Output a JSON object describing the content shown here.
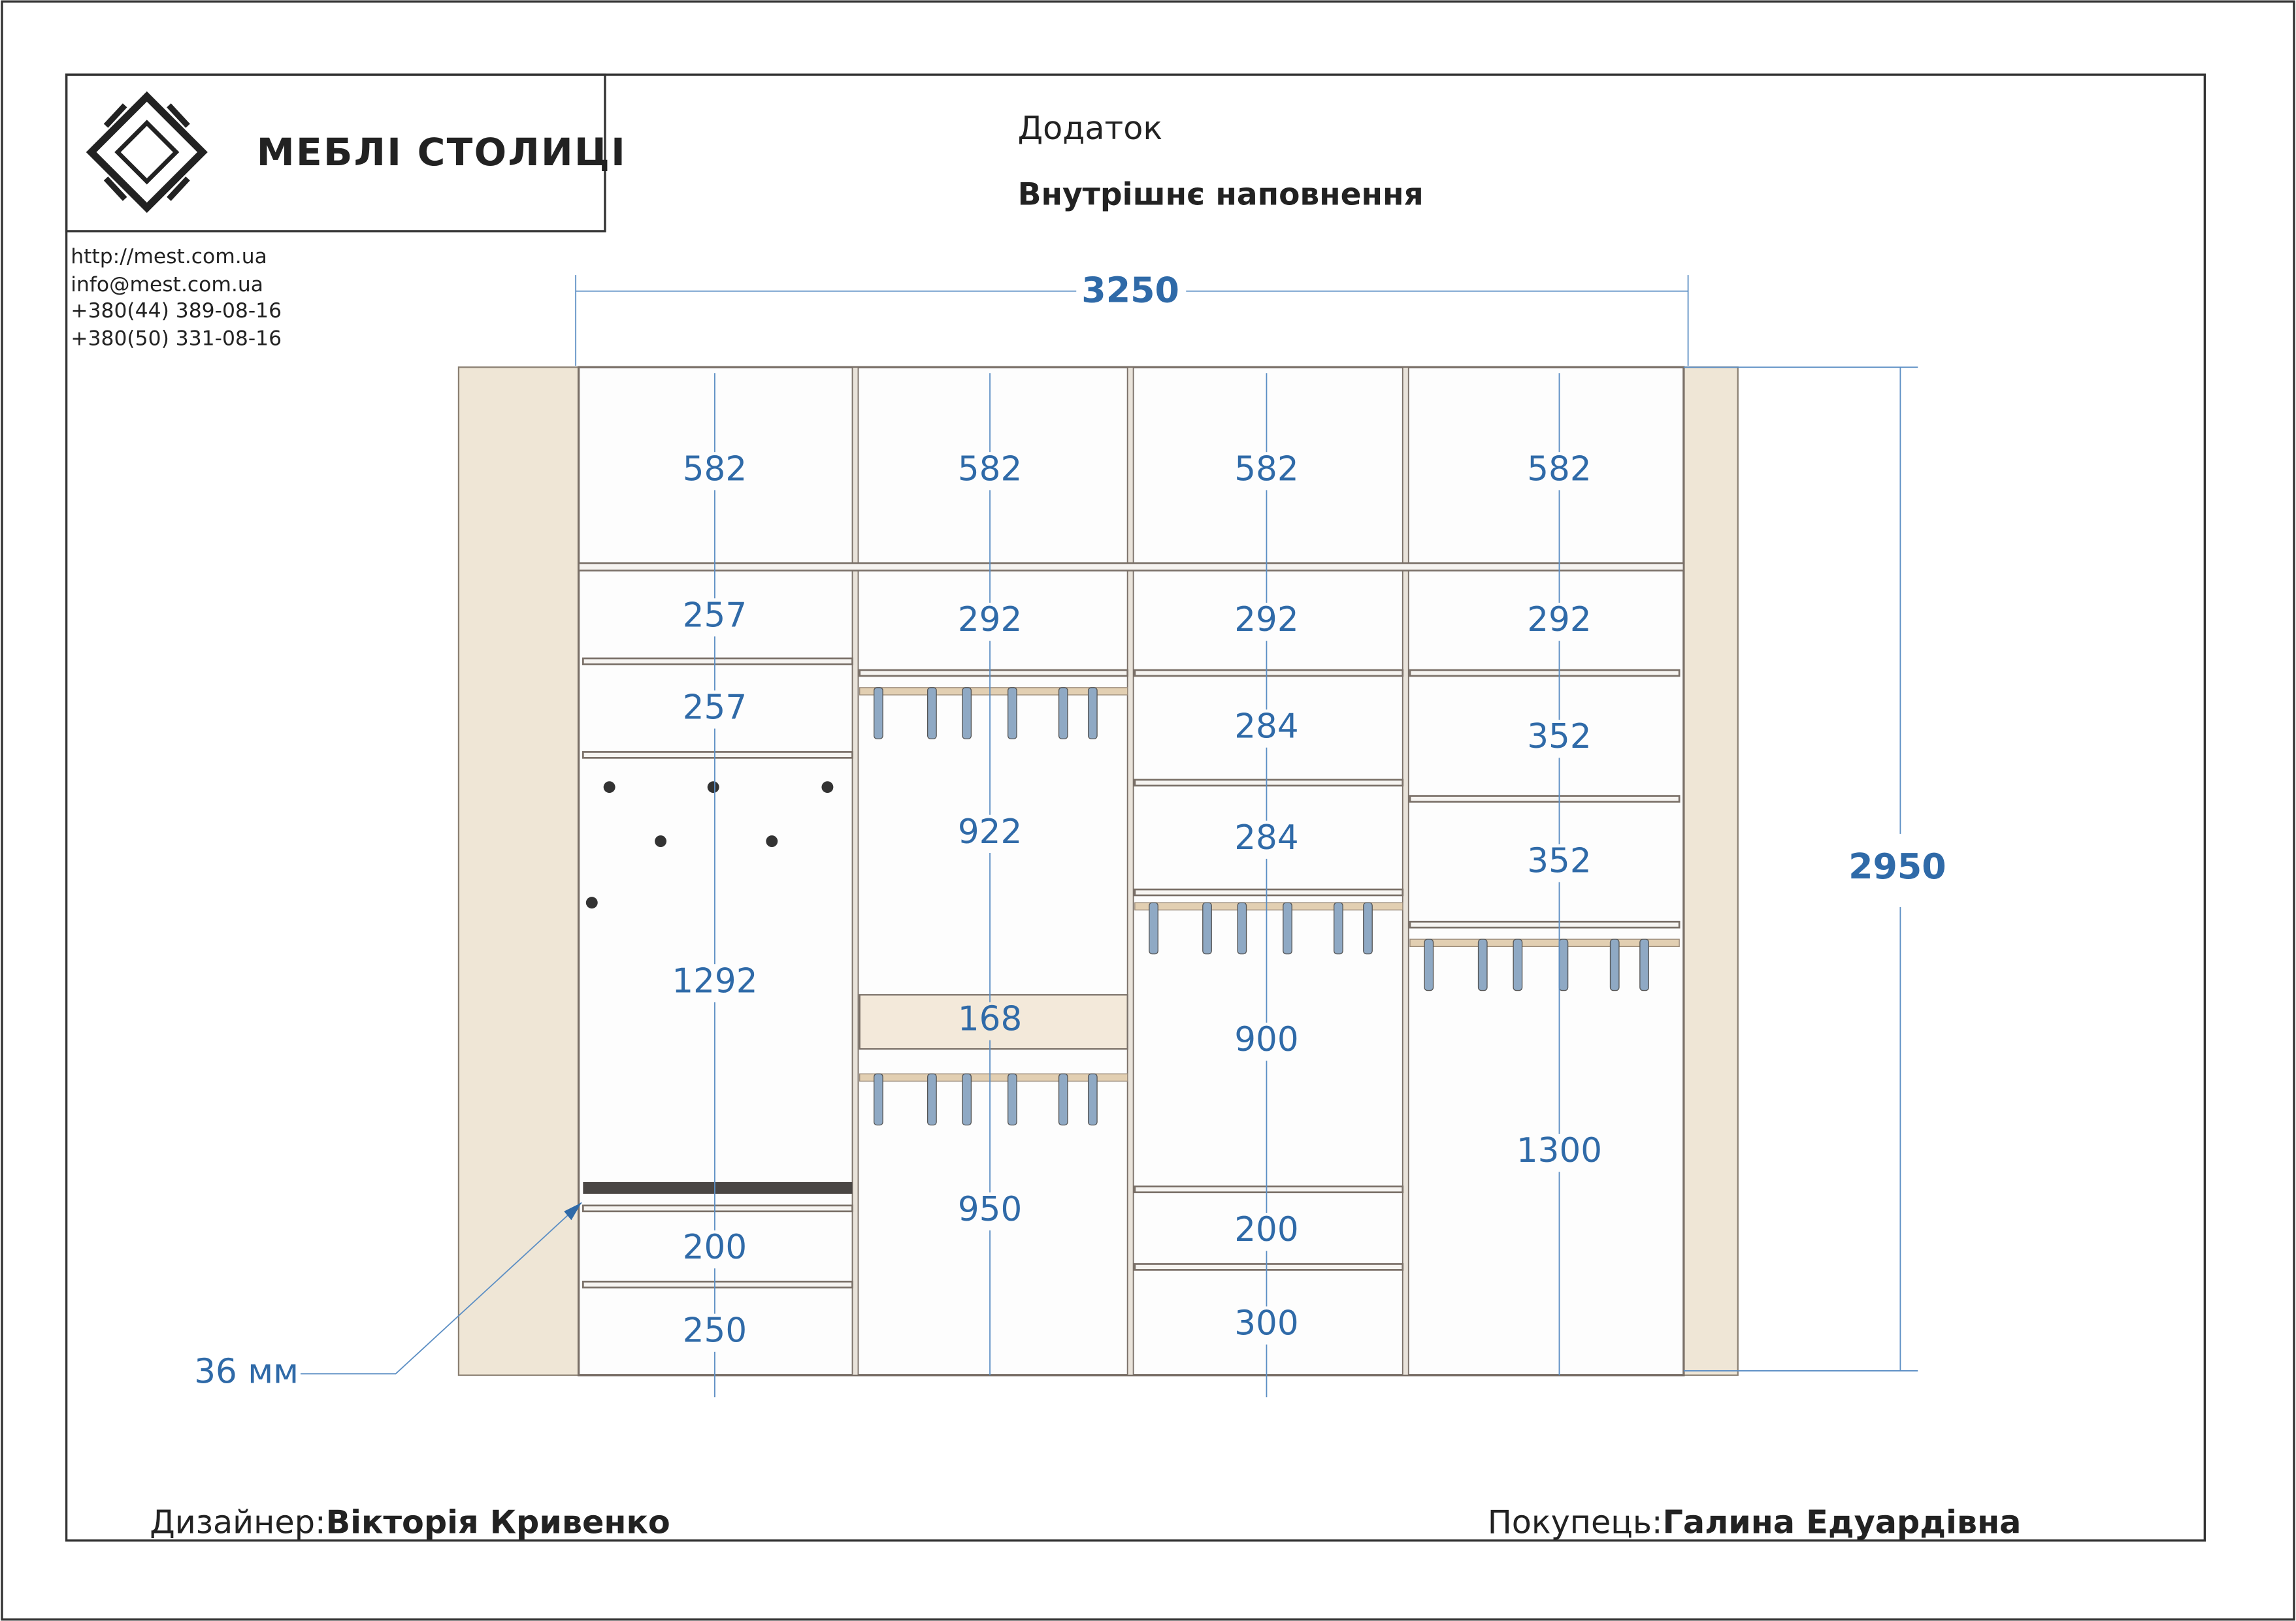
{
  "header": {
    "logo_text": "МЕБЛІ СТОЛИЦІ",
    "appendix": "Додаток",
    "title": "Внутрішнє наповнення",
    "contacts": [
      "http://mest.com.ua",
      "info@mest.com.ua",
      "+380(44)   389-08-16",
      "+380(50)   331-08-16"
    ]
  },
  "dimensions": {
    "total_width": "3250",
    "total_height": "2950",
    "shelf_thickness_note": "36 мм"
  },
  "columns": [
    {
      "labels": [
        "582",
        "257",
        "257",
        "1292",
        "200",
        "250"
      ]
    },
    {
      "labels": [
        "582",
        "292",
        "922",
        "168",
        "950"
      ]
    },
    {
      "labels": [
        "582",
        "292",
        "284",
        "284",
        "900",
        "200",
        "300"
      ]
    },
    {
      "labels": [
        "582",
        "292",
        "352",
        "352",
        "1300"
      ]
    }
  ],
  "footer": {
    "designer_label": "Дизайнер:",
    "designer_name": "Вікторія Кривенко",
    "customer_label": "Покупець:",
    "customer_name": "Галина Едуардівна"
  },
  "colors": {
    "dimension": "#2f6aa8",
    "side_panel": "#efe6d6",
    "rod": "#e2cfb2"
  }
}
